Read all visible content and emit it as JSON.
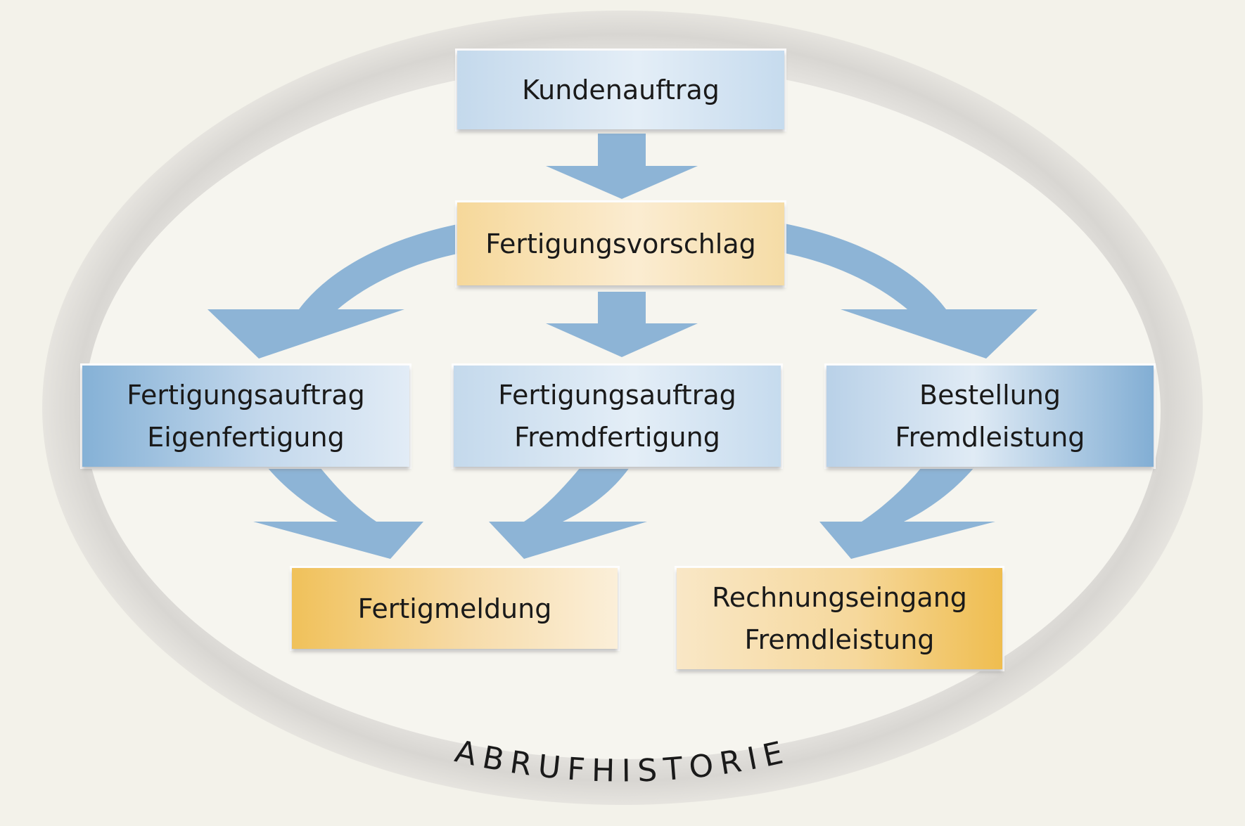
{
  "nodes": {
    "kundenauftrag": {
      "lines": [
        "Kundenauftrag"
      ]
    },
    "fertigungsvorschlag": {
      "lines": [
        "Fertigungsvorschlag"
      ]
    },
    "fertigungsauftrag_eigen": {
      "lines": [
        "Fertigungsauftrag",
        "Eigenfertigung"
      ]
    },
    "fertigungsauftrag_fremd": {
      "lines": [
        "Fertigungsauftrag",
        "Fremdfertigung"
      ]
    },
    "bestellung_fremdleistung": {
      "lines": [
        "Bestellung",
        "Fremdleistung"
      ]
    },
    "fertigmeldung": {
      "lines": [
        "Fertigmeldung"
      ]
    },
    "rechnungseingang": {
      "lines": [
        "Rechnungseingang",
        "Fremdleistung"
      ]
    }
  },
  "edges": [
    {
      "from": "kundenauftrag",
      "to": "fertigungsvorschlag"
    },
    {
      "from": "fertigungsvorschlag",
      "to": "fertigungsauftrag_eigen"
    },
    {
      "from": "fertigungsvorschlag",
      "to": "fertigungsauftrag_fremd"
    },
    {
      "from": "fertigungsvorschlag",
      "to": "bestellung_fremdleistung"
    },
    {
      "from": "fertigungsauftrag_eigen",
      "to": "fertigmeldung"
    },
    {
      "from": "fertigungsauftrag_fremd",
      "to": "fertigmeldung"
    },
    {
      "from": "bestellung_fremdleistung",
      "to": "rechnungseingang"
    }
  ],
  "ring_label": "ABRUFHISTORIE",
  "colors": {
    "arrow": "#8db4d6",
    "ring": "#dedcd8",
    "ring_inner": "#f6f5ef",
    "background": "#f3f2ea",
    "text": "#1a1a1a"
  }
}
